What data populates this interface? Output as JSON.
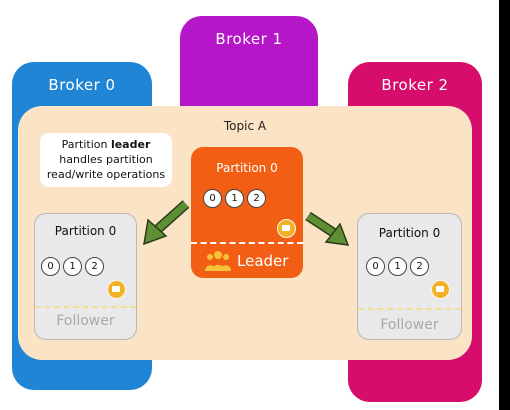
{
  "brokers": [
    {
      "label": "Broker 0",
      "color": "#2185d5"
    },
    {
      "label": "Broker 1",
      "color": "#b516c7"
    },
    {
      "label": "Broker 2",
      "color": "#d60d6a"
    }
  ],
  "topic": {
    "title": "Topic A"
  },
  "note": {
    "text_before": "Partition ",
    "bold": "leader",
    "text_after": "handles partition read/write operations"
  },
  "leader": {
    "title": "Partition 0",
    "offsets": [
      "0",
      "1",
      "2"
    ],
    "label": "Leader",
    "color": "#f25f14"
  },
  "followers": [
    {
      "title": "Partition 0",
      "offsets": [
        "0",
        "1",
        "2"
      ],
      "label": "Follower"
    },
    {
      "title": "Partition 0",
      "offsets": [
        "0",
        "1",
        "2"
      ],
      "label": "Follower"
    }
  ],
  "icons": {
    "message": "envelope-icon",
    "leader": "people-icon",
    "arrow": "arrow-icon"
  },
  "colors": {
    "topic_bg": "#fbe3c6",
    "arrow": "#4f7f2a",
    "message": "#f2b227",
    "follower_bg": "#e9e9ec"
  }
}
